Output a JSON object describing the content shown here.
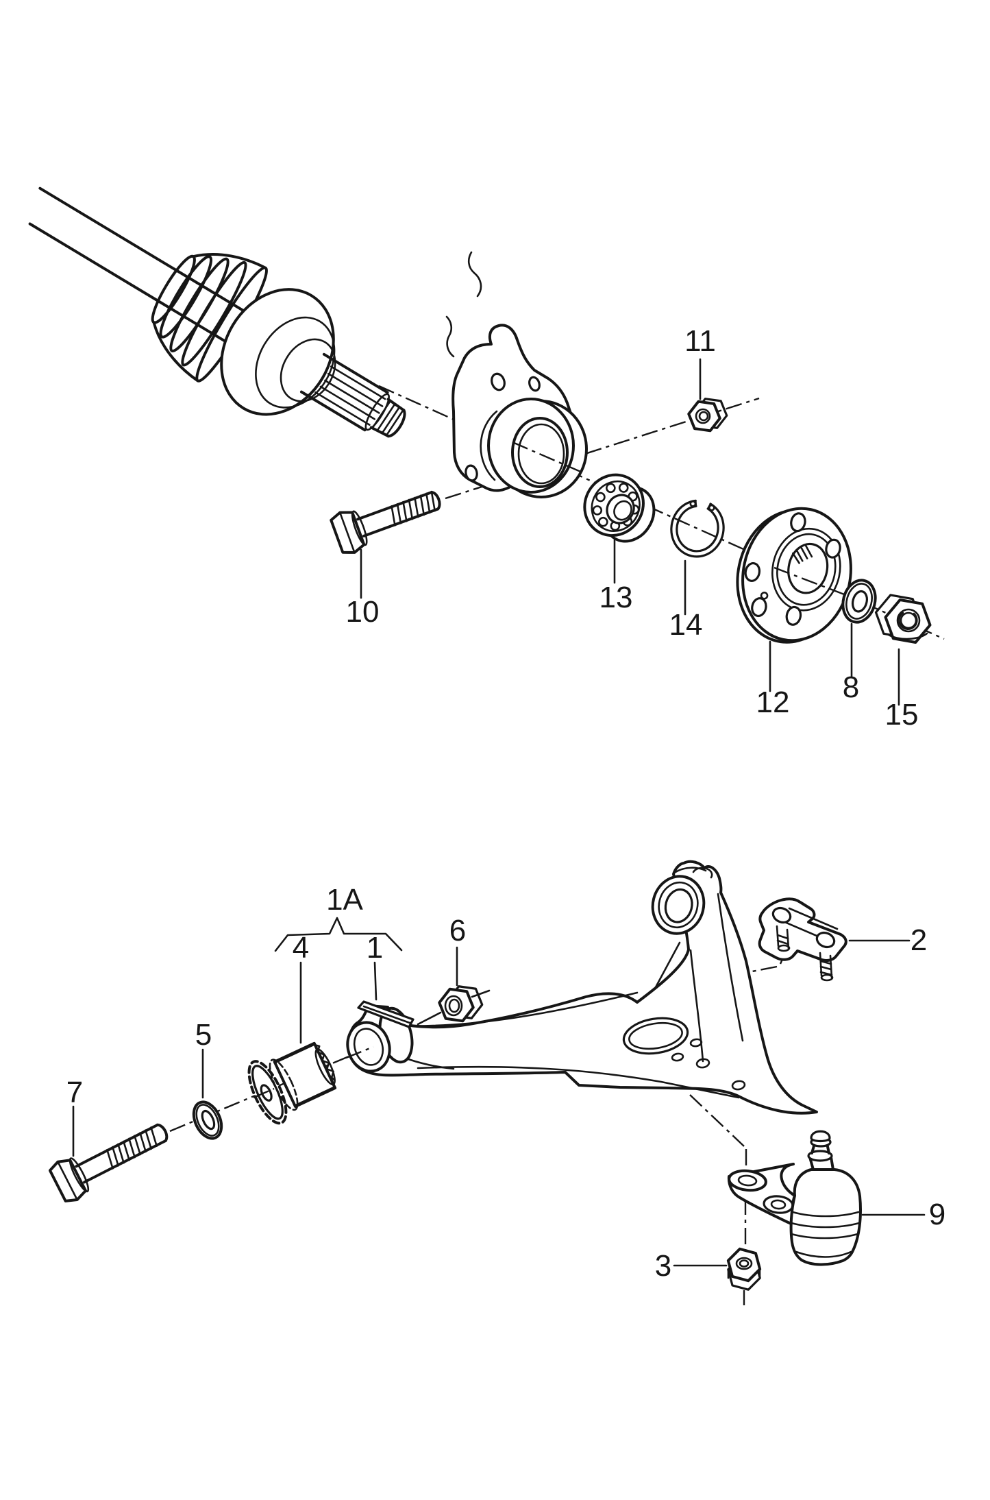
{
  "colors": {
    "line": "#161616",
    "background": "#ffffff"
  },
  "callouts": {
    "c1": {
      "label": "1"
    },
    "c1A": {
      "label": "1A"
    },
    "c2": {
      "label": "2"
    },
    "c3": {
      "label": "3"
    },
    "c4": {
      "label": "4"
    },
    "c5": {
      "label": "5"
    },
    "c6": {
      "label": "6"
    },
    "c7": {
      "label": "7"
    },
    "c8": {
      "label": "8"
    },
    "c9": {
      "label": "9"
    },
    "c10": {
      "label": "10"
    },
    "c11": {
      "label": "11"
    },
    "c12": {
      "label": "12"
    },
    "c13": {
      "label": "13"
    },
    "c14": {
      "label": "14"
    },
    "c15": {
      "label": "15"
    }
  }
}
